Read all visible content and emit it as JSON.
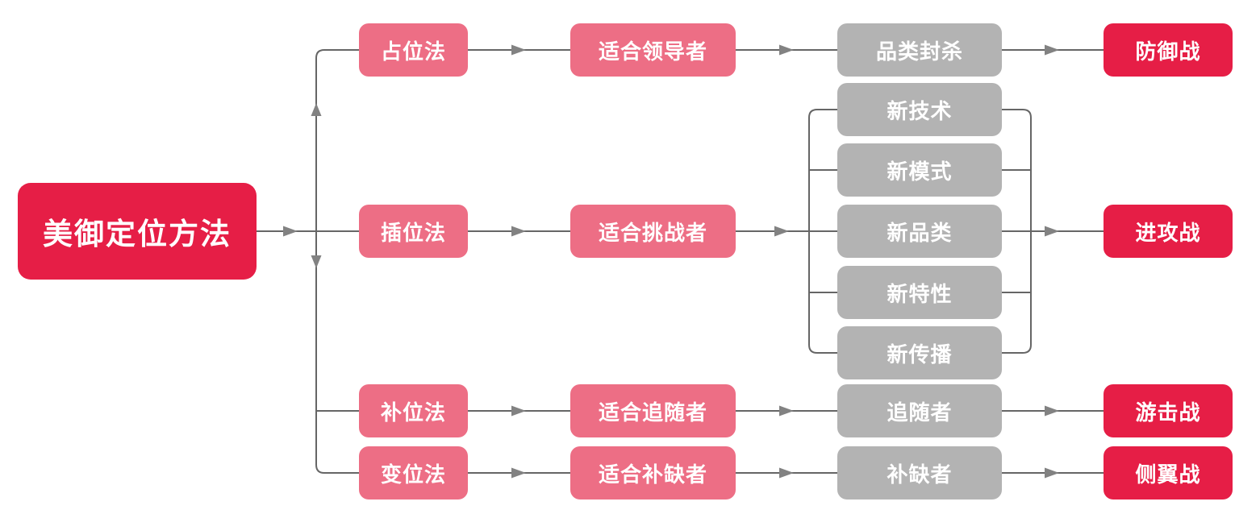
{
  "colors": {
    "primary_red": "#E61E46",
    "pink": "#ED6E85",
    "gray": "#B3B3B3",
    "line": "#666666",
    "arrow": "#828282",
    "text": "#FFFFFF",
    "background": "#FFFFFF"
  },
  "diagram": {
    "root": {
      "label": "美御定位方法"
    },
    "branches": [
      {
        "method": "占位法",
        "suits": "适合领导者",
        "tactic": "品类封杀",
        "warfare": "防御战"
      },
      {
        "method": "插位法",
        "suits": "适合挑战者",
        "tactics": [
          "新技术",
          "新模式",
          "新品类",
          "新特性",
          "新传播"
        ],
        "warfare": "进攻战"
      },
      {
        "method": "补位法",
        "suits": "适合追随者",
        "tactic": "追随者",
        "warfare": "游击战"
      },
      {
        "method": "变位法",
        "suits": "适合补缺者",
        "tactic": "补缺者",
        "warfare": "侧翼战"
      }
    ]
  }
}
